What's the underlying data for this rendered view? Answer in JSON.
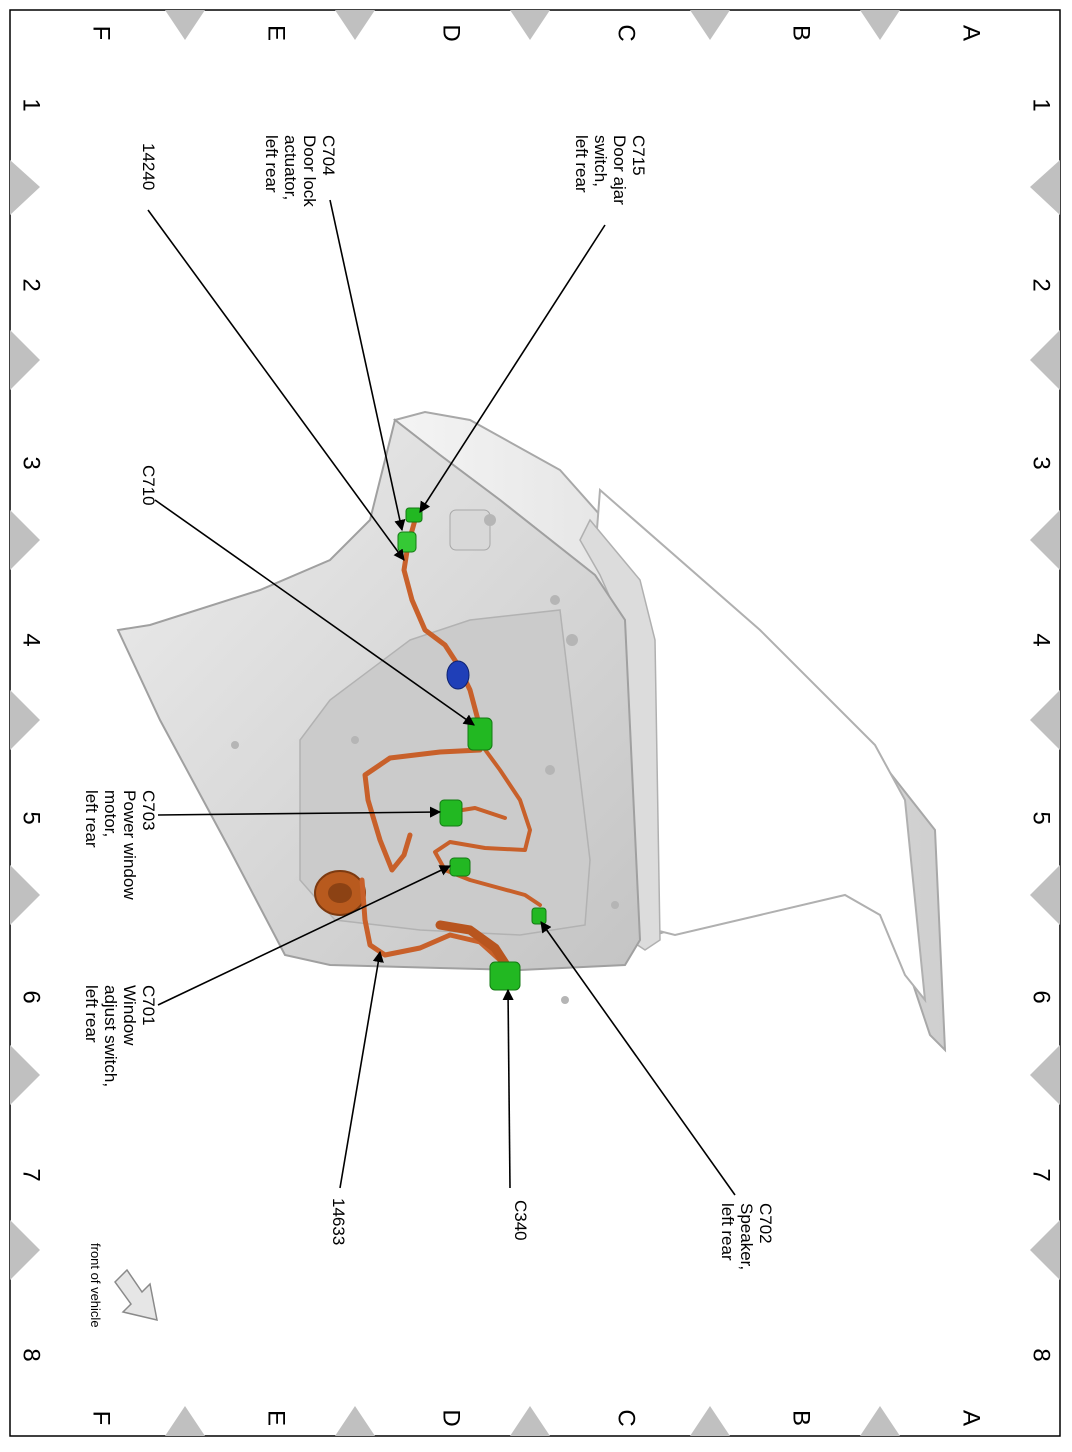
{
  "grid": {
    "row_letters": [
      "A",
      "B",
      "C",
      "D",
      "E",
      "F"
    ],
    "column_numbers": [
      "1",
      "2",
      "3",
      "4",
      "5",
      "6",
      "7",
      "8"
    ]
  },
  "callouts": {
    "c715": [
      "C715",
      "Door ajar",
      "switch,",
      "left rear"
    ],
    "c704": [
      "C704",
      "Door lock",
      "actuator,",
      "left rear"
    ],
    "n14240": [
      "14240"
    ],
    "c710": [
      "C710"
    ],
    "c703": [
      "C703",
      "Power window",
      "motor,",
      "left rear"
    ],
    "c701": [
      "C701",
      "Window",
      "adjust switch,",
      "left rear"
    ],
    "n14633": [
      "14633"
    ],
    "c340": [
      "C340"
    ],
    "c702": [
      "C702",
      "Speaker,",
      "left rear"
    ]
  },
  "orientation_note": "front of vehicle",
  "colors": {
    "frame": "#000000",
    "marker_triangle": "#c0c0c0",
    "door_panel": "#d6d6d6",
    "harness": "#c8602a",
    "connector": "#22b822",
    "in_line_connector": "#1f3fb8",
    "grommet": "#b85a1e"
  }
}
